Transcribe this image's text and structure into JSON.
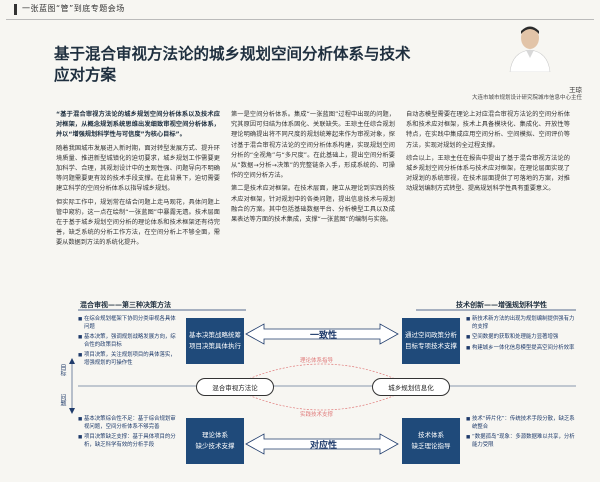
{
  "header": {
    "text": "一张蓝图“管”到底专题会场"
  },
  "article": {
    "title_line1": "基于混合审视方法论的城乡规划空间分析体系与技术",
    "title_line2": "应对方案",
    "author_name": "王琼",
    "author_role": "大连市城市规划设计研究院城市信息中心主任"
  },
  "columns": {
    "col1": [
      "“基于混合审视方法论的城乡规划空间分析体系以及技术应对框架，从概念规划系统思维出发细致审视空间分析体系，并以“增强规划科学性与可信度”为核心目标”。",
      "随着我国城市发展进入新时期，面对转型发展方式、提升环境质量、推进新型城镇化的迫切要求，城乡规划工作需要更加科学、合理，其规划设计中的主观性强、问题导向不明确等问题需要更有效的技术手段支撑。在此背景下，迫切需要建立科学的空间分析体系以指导城乡规划。",
      "但实际工作中，规划常在结合问题上走马观花，具体问题上管中窥豹，这一点在绘制“一张蓝图”中暴露无遗。技术层面在于基于城乡规划空间分析的理论体系和技术框架还有待完善，缺乏系统的分析工作方法，在空间分析上不够全面，需要从数据到方法的系统化提升。"
    ],
    "col2": [
      "第一是空间分析体系。集成“一张蓝图”过程中出现的问题，究其原因可归结为体系固化、关联缺失。王琼主任综合规划理论明确提出将不同尺度的规划统筹起来作为审视对象，探讨基于混合审视方法论的空间分析体系构建，实现规划空间分析的“全视角”与“多尺度”。在此基础上，提出空间分析要从“数据→分析→决策”的完整链条入手，形成系统的、可操作的空间分析方法。",
      "第二是技术应对框架。在技术层面，建立从理论到实践的技术应对框架，针对规划中的各类问题，提出信息技术与规划融合的方案。其中包括基础数据平台、分析模型工具以及成果表达等方面的技术集成，支撑“一张蓝图”的编制与实施。"
    ],
    "col3": [
      "自动态模型需要在理论上对应混合审视方法论的空间分析体系和技术应对框架，技术上具备模块化、集成化、开放性等特点，在实践中集成应用空间分析、空间模拟、空间评价等方法，实现对规划的全过程支撑。",
      "综合以上，王琼主任在报告中提出了基于混合审视方法论的城乡规划空间分析体系与技术应对框架，在理论层面实现了对规划的系统审视，在技术层面提供了可落地的方案，对推动规划编制方式转型、提高规划科学性具有重要意义。"
    ]
  },
  "diagram": {
    "left_top": {
      "heading": "混合审视——第三种决策方法",
      "items": [
        "在综合规划框架下协同分类审视各具体问题",
        "基本决策，强调规划战略发展方向，综合性的政策目标",
        "项目决策，关注规划项目的具体落实，增强规划的可操作性"
      ],
      "box": "基本决策战略统筹\n项目决策具体执行"
    },
    "right_top": {
      "heading": "技术创新——增强规划科学性",
      "items": [
        "新技术新方法的出现为规划编制提供强有力的支撑",
        "空间数据的获取和处理能力显著增强",
        "构建城乡一体化信息模型提高空间分析效率"
      ],
      "box": "通过空间政策分析\n目标专项技术支撑"
    },
    "center": {
      "consistency": "一致性",
      "relevance": "对应性",
      "left_oval": "混合审视方法论",
      "right_oval": "城乡规划信息化",
      "arc_top": "理论体系指导",
      "arc_bottom": "实践技术支撑",
      "axis_goal": "目标",
      "axis_problem": "问题"
    },
    "left_bottom": {
      "items": [
        "基本决策综合性不足：基于综合规划审视问题，空间分析体系不够完善",
        "项目决策缺乏支撑：基于具体项目的分析，缺乏科学有效的分析手段"
      ],
      "box": "理论体系\n缺少技术支撑"
    },
    "right_bottom": {
      "items": [
        "技术“碎片化”：传统技术手段分散，缺乏系统整合",
        "“数据孤岛”现象：多源数据难以共享，分析能力受限"
      ],
      "box": "技术体系\n缺乏理论指导"
    }
  }
}
